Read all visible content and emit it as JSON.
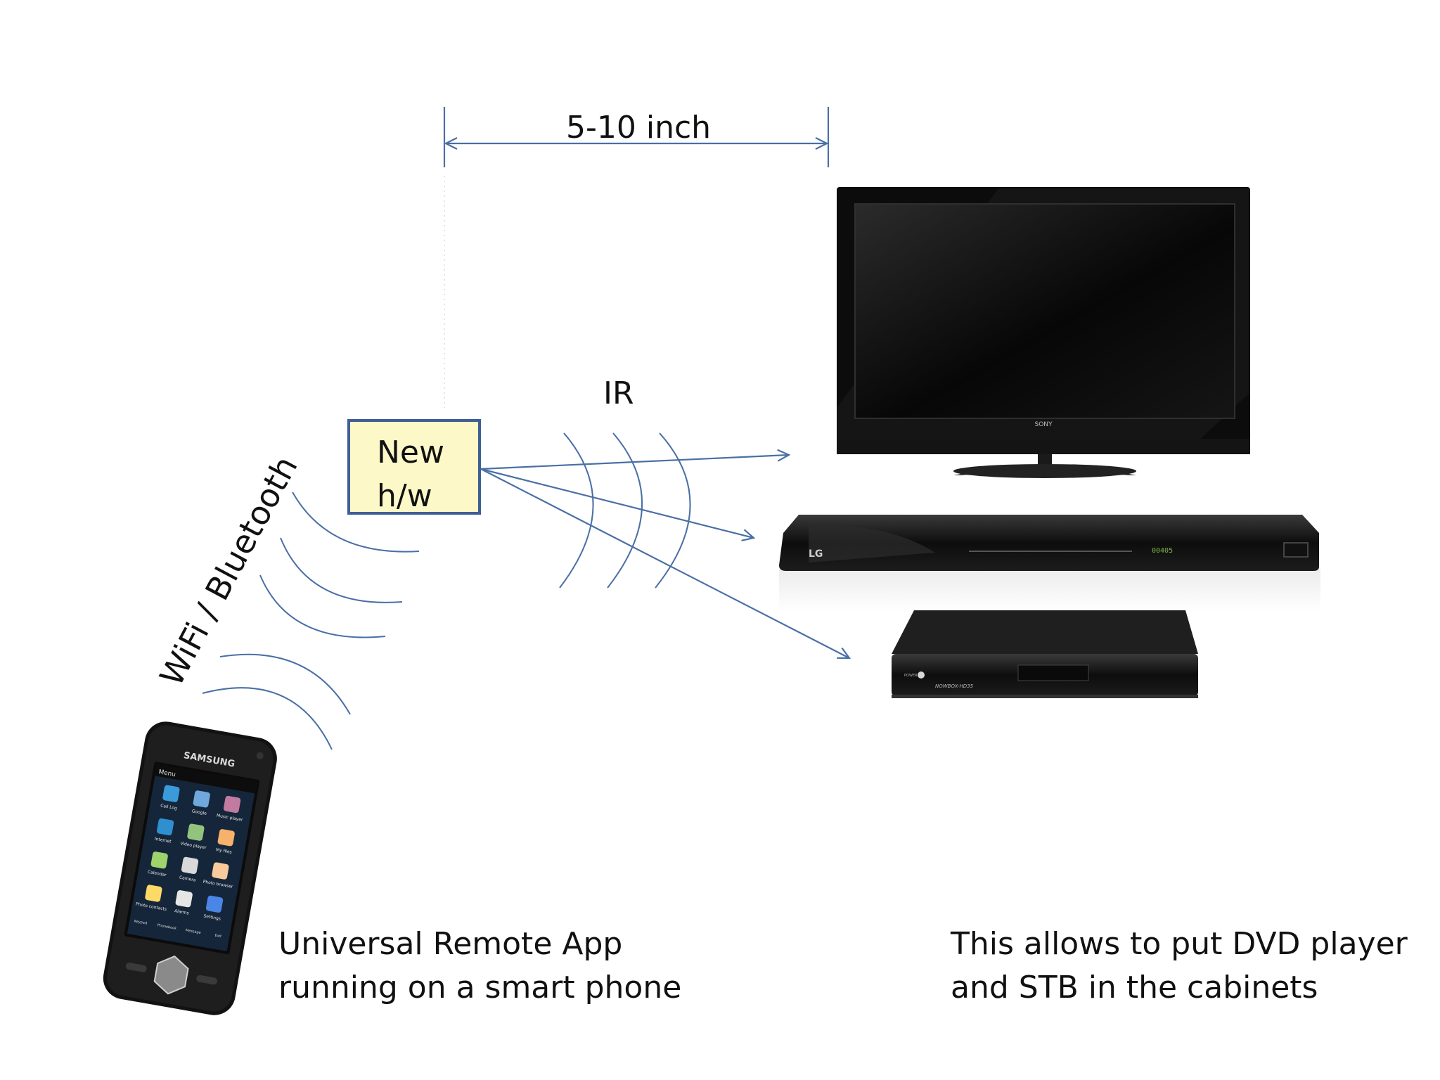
{
  "dimension": {
    "label": "5-10 inch"
  },
  "ir": {
    "label": "IR"
  },
  "hw_box": {
    "line1": "New",
    "line2": "h/w"
  },
  "wireless": {
    "label": "WiFi / Bluetooth"
  },
  "captions": {
    "left_line1": "Universal Remote App",
    "left_line2": "running on a smart phone",
    "right_line1": "This allows to put DVD player",
    "right_line2": "and STB in the cabinets"
  },
  "devices": {
    "tv_brand": "SONY",
    "bluray_brand": "LG",
    "bluray_display": "00405",
    "stb_power": "POWER",
    "stb_model": "NOWBOX-HD35",
    "phone_brand": "SAMSUNG",
    "phone_menu": "Menu",
    "phone_apps": [
      "Call Log",
      "Google",
      "Music player",
      "Internet",
      "Video player",
      "My files",
      "Calendar",
      "Camera",
      "Photo browser",
      "Photo contacts",
      "Alarms",
      "Settings"
    ],
    "phone_softkeys": [
      "Keypad",
      "Phonebook",
      "Message",
      "Exit"
    ]
  },
  "colors": {
    "line": "#4a6fa5",
    "box_fill": "#fdf8c8",
    "box_border": "#3f5f94"
  }
}
